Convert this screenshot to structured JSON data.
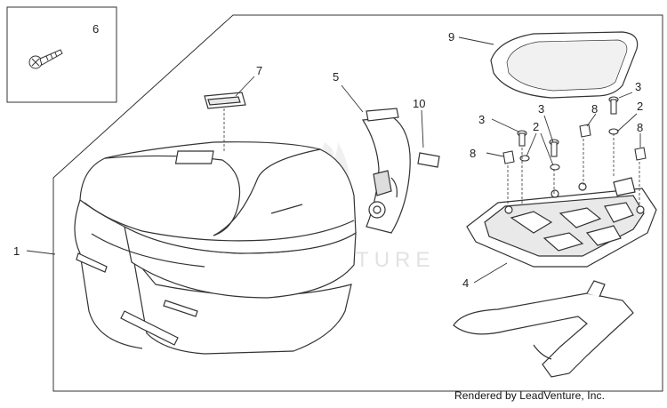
{
  "diagram": {
    "callouts": {
      "c1": "1",
      "c2a": "2",
      "c2b": "2",
      "c3a": "3",
      "c3b": "3",
      "c3c": "3",
      "c4": "4",
      "c5": "5",
      "c6": "6",
      "c7": "7",
      "c8a": "8",
      "c8b": "8",
      "c8c": "8",
      "c9": "9",
      "c10": "10"
    },
    "watermark": "LEADVENTURE"
  },
  "footer": {
    "credit": "Rendered by LeadVenture, Inc."
  },
  "colors": {
    "line": "#333333",
    "watermark": "#e2e2e2",
    "background": "#ffffff"
  }
}
